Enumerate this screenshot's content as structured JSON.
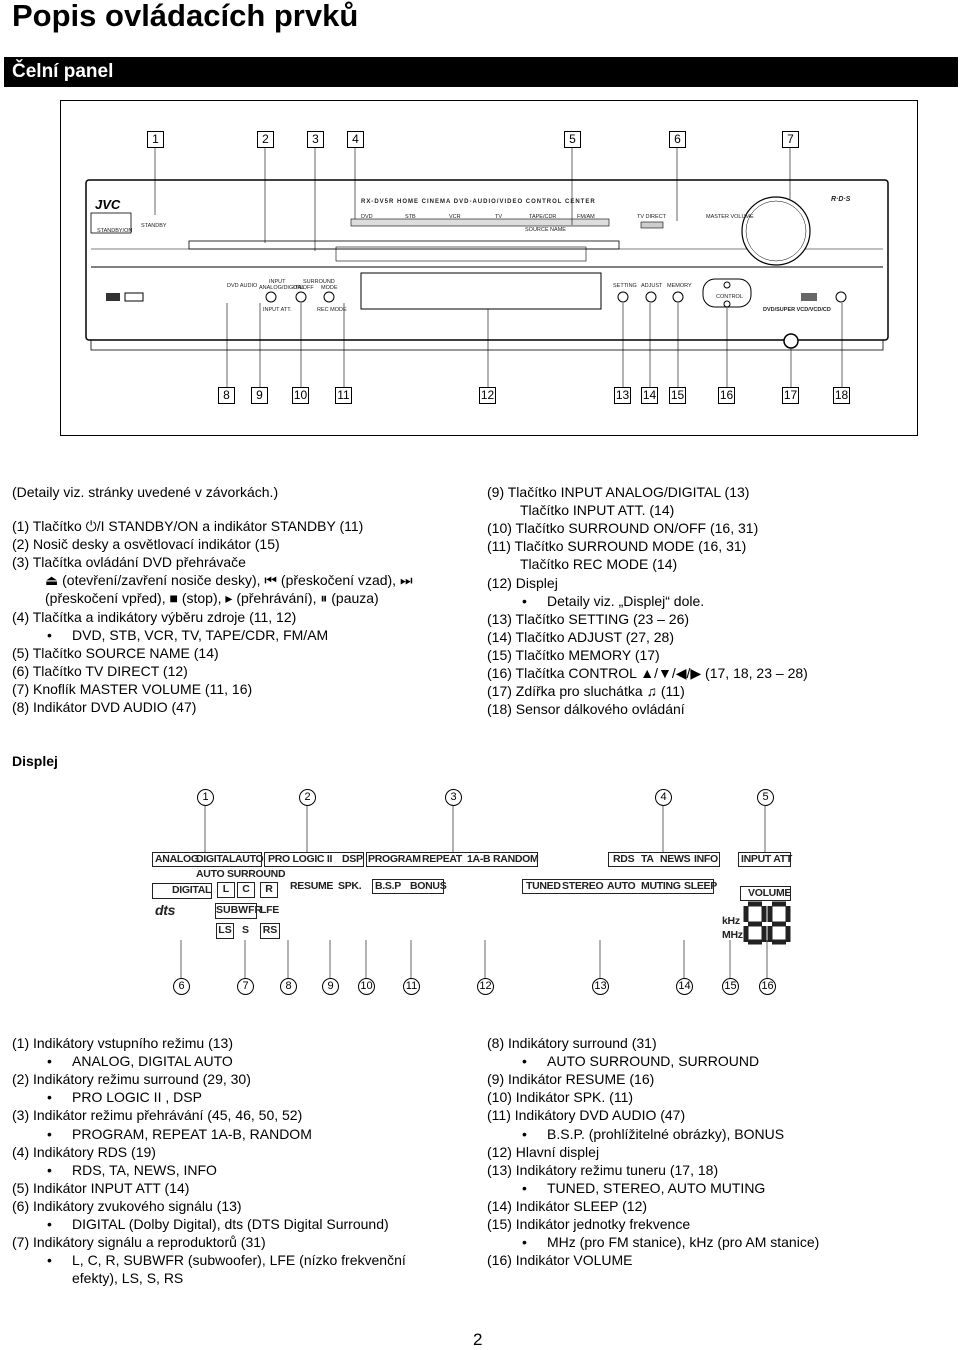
{
  "page": {
    "title": "Popis ovládacích prvků",
    "section": "Čelní panel",
    "display_heading": "Displej",
    "page_number": "2"
  },
  "panel": {
    "callouts_top": [
      "1",
      "2",
      "3",
      "4",
      "5",
      "6",
      "7"
    ],
    "callouts_bottom": [
      "8",
      "9",
      "10",
      "11",
      "12",
      "13",
      "14",
      "15",
      "16",
      "17",
      "18"
    ],
    "brand": "JVC",
    "model_line": "RX-DV5R  HOME CINEMA DVD-AUDIO/VIDEO CONTROL CENTER",
    "standby_label": "STANDBY/ON",
    "standby_indicator": "STANDBY",
    "sources": [
      "DVD",
      "STB",
      "VCR",
      "TV",
      "TAPE/CDR",
      "FM/AM"
    ],
    "source_name": "SOURCE NAME",
    "tv_direct": "TV DIRECT",
    "master_volume": "MASTER VOLUME",
    "rds_logo": "R·D·S",
    "dvd_audio": "DVD AUDIO",
    "input_label": "INPUT",
    "analog_digital": "ANALOG/DIGITAL",
    "surround_label": "SURROUND",
    "on_off": "ON/OFF",
    "mode": "MODE",
    "input_att": "INPUT ATT.",
    "rec_mode": "REC MODE",
    "setting": "SETTING",
    "adjust": "ADJUST",
    "memory": "MEMORY",
    "control": "CONTROL",
    "dvd_formats": "DVD/SUPER VCD/VCD/CD"
  },
  "front_panel_text": {
    "note": "(Detaily viz. stránky uvedené v závorkách.)",
    "left": [
      {
        "t": "(1) Tlačítko ⏻/I STANDBY/ON a indikátor STANDBY (11)"
      },
      {
        "t": "(2) Nosič desky a osvětlovací indikátor (15)"
      },
      {
        "t": "(3) Tlačítka ovládání DVD přehrávače"
      },
      {
        "t": "⏏ (otevření/zavření nosiče desky), ⏮ (přeskočení vzad), ⏭",
        "indent": true
      },
      {
        "t": "(přeskočení vpřed), ■ (stop), ▸ (přehrávání), ⏸ (pauza)",
        "indent": true
      },
      {
        "t": "(4) Tlačítka a indikátory výběru zdroje (11, 12)"
      },
      {
        "t": "DVD, STB, VCR, TV, TAPE/CDR, FM/AM",
        "bullet": true
      },
      {
        "t": "(5) Tlačítko SOURCE NAME (14)"
      },
      {
        "t": "(6) Tlačítko TV DIRECT (12)"
      },
      {
        "t": "(7) Knoflík MASTER VOLUME (11, 16)"
      },
      {
        "t": "(8) Indikátor DVD AUDIO (47)"
      }
    ],
    "right": [
      {
        "t": "(9) Tlačítko INPUT ANALOG/DIGITAL (13)"
      },
      {
        "t": "Tlačítko INPUT ATT. (14)",
        "indent": true
      },
      {
        "t": "(10) Tlačítko SURROUND ON/OFF (16, 31)"
      },
      {
        "t": "(11) Tlačítko SURROUND MODE (16, 31)"
      },
      {
        "t": "Tlačítko REC MODE (14)",
        "indent": true
      },
      {
        "t": "(12) Displej"
      },
      {
        "t": "Detaily viz. „Displej“ dole.",
        "bullet": true
      },
      {
        "t": "(13) Tlačítko SETTING (23 – 26)"
      },
      {
        "t": "(14) Tlačítko ADJUST (27, 28)"
      },
      {
        "t": "(15) Tlačítko MEMORY (17)"
      },
      {
        "t": "(16) Tlačítka CONTROL ▲/▼/◀/▶ (17, 18, 23 – 28)"
      },
      {
        "t": "(17) Zdířka pro sluchátka ♫ (11)"
      },
      {
        "t": "(18) Sensor dálkového ovládání"
      }
    ]
  },
  "display": {
    "callouts_top": [
      "1",
      "2",
      "3",
      "4",
      "5"
    ],
    "callouts_bottom": [
      "6",
      "7",
      "8",
      "9",
      "10",
      "11",
      "12",
      "13",
      "14",
      "15",
      "16"
    ],
    "row1": [
      "ANALOG",
      "DIGITAL",
      "AUTO",
      "PRO LOGIC II",
      "DSP",
      "PROGRAM",
      "REPEAT",
      "1A-B",
      "RANDOM",
      "RDS",
      "TA",
      "NEWS",
      "INFO",
      "INPUT ATT"
    ],
    "auto_surround": "AUTO SURROUND",
    "digital": "DIGITAL",
    "dts": "dts",
    "speakers": [
      "L",
      "C",
      "R",
      "SUBWFR",
      "LFE",
      "LS",
      "S",
      "RS"
    ],
    "row2": [
      "RESUME",
      "SPK.",
      "B.S.P",
      "BONUS",
      "TUNED",
      "STEREO",
      "AUTO",
      "MUTING",
      "SLEEP"
    ],
    "volume": "VOLUME",
    "khz": "kHz",
    "mhz": "MHz"
  },
  "display_text": {
    "left": [
      {
        "t": "(1) Indikátory vstupního režimu (13)"
      },
      {
        "t": "ANALOG, DIGITAL AUTO",
        "bullet": true
      },
      {
        "t": "(2) Indikátory režimu surround (29, 30)"
      },
      {
        "t": "PRO LOGIC II , DSP",
        "bullet": true
      },
      {
        "t": "(3) Indikátor režimu přehrávání (45, 46, 50, 52)"
      },
      {
        "t": "PROGRAM, REPEAT 1A-B, RANDOM",
        "bullet": true
      },
      {
        "t": "(4) Indikátory RDS (19)"
      },
      {
        "t": "RDS, TA, NEWS, INFO",
        "bullet": true
      },
      {
        "t": "(5) Indikátor INPUT ATT (14)"
      },
      {
        "t": "(6) Indikátory zvukového signálu (13)"
      },
      {
        "t": "DIGITAL (Dolby Digital), dts (DTS Digital Surround)",
        "bullet": true
      },
      {
        "t": "(7) Indikátory signálu a reproduktorů (31)"
      },
      {
        "t": "L, C, R, SUBWFR (subwoofer), LFE (nízko frekvenční",
        "bullet": true
      },
      {
        "t": "efekty), LS, S, RS",
        "indent": true
      }
    ],
    "right": [
      {
        "t": "(8) Indikátory surround (31)"
      },
      {
        "t": "AUTO SURROUND, SURROUND",
        "bullet": true
      },
      {
        "t": "(9) Indikátor RESUME (16)"
      },
      {
        "t": "(10) Indikátor SPK. (11)"
      },
      {
        "t": "(11) Indikátory DVD AUDIO (47)"
      },
      {
        "t": "B.S.P. (prohlížitelné obrázky), BONUS",
        "bullet": true
      },
      {
        "t": "(12) Hlavní displej"
      },
      {
        "t": "(13) Indikátory režimu tuneru (17, 18)"
      },
      {
        "t": "TUNED, STEREO, AUTO MUTING",
        "bullet": true
      },
      {
        "t": "(14) Indikátor SLEEP (12)"
      },
      {
        "t": "(15) Indikátor jednotky frekvence"
      },
      {
        "t": "MHz (pro FM stanice), kHz (pro AM stanice)",
        "bullet": true
      },
      {
        "t": "(16) Indikátor VOLUME"
      }
    ]
  }
}
